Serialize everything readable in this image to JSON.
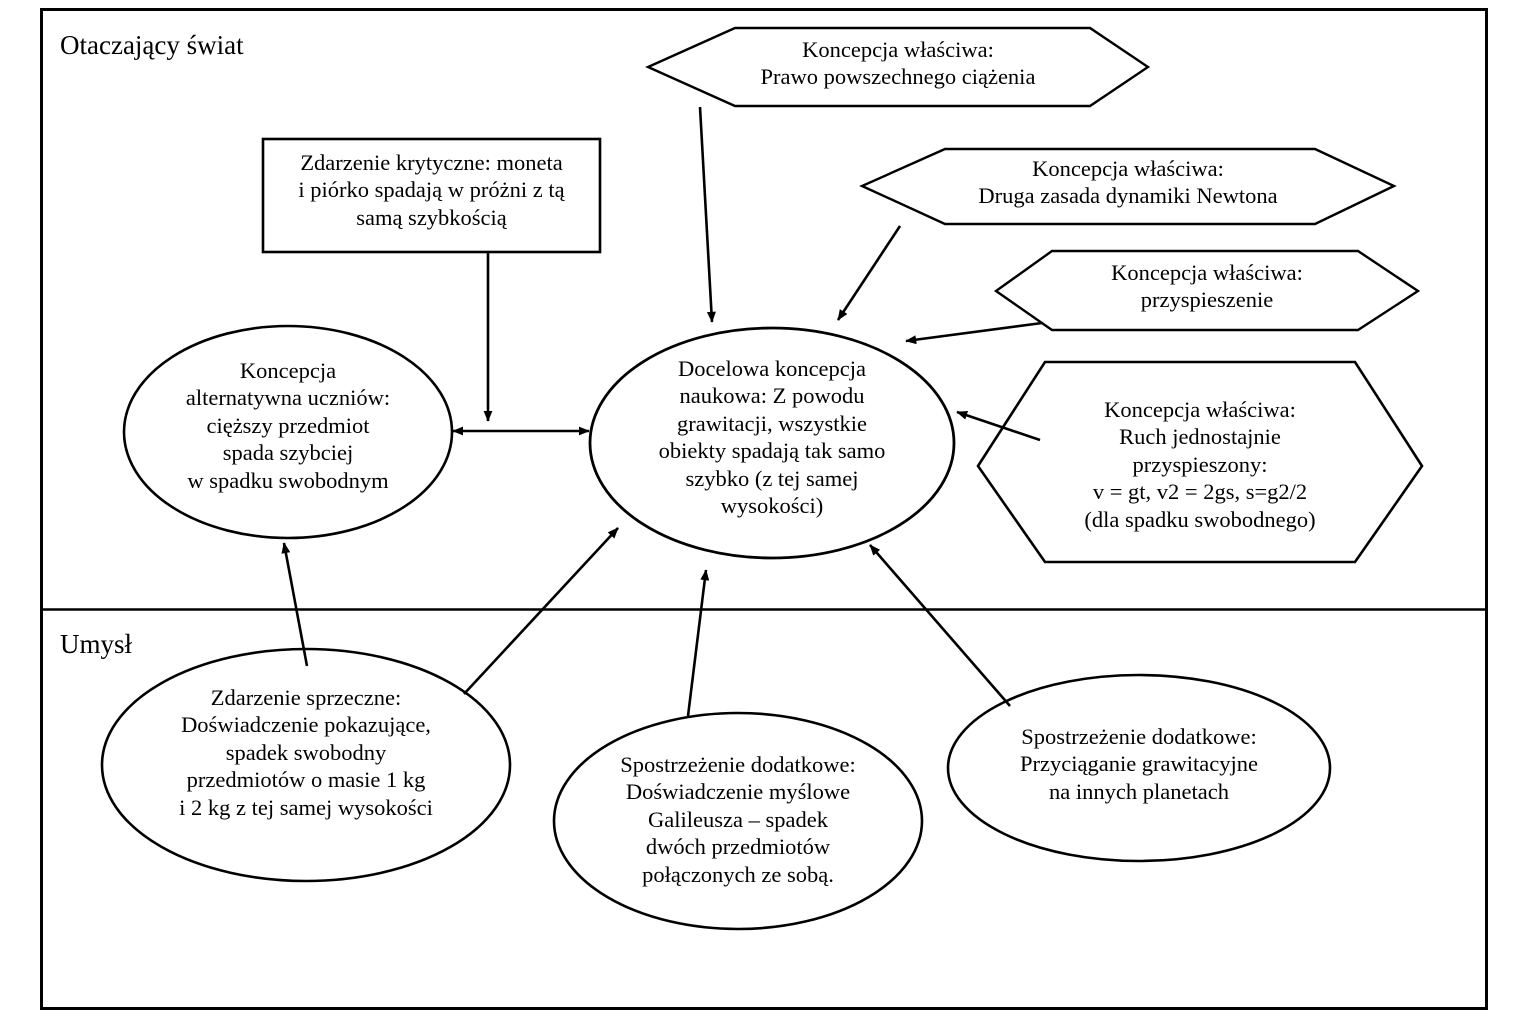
{
  "diagram": {
    "title_regions": [
      {
        "id": "outer-world",
        "label": "Otaczający świat"
      },
      {
        "id": "mind",
        "label": "Umysł"
      }
    ],
    "frame": {
      "stroke_color": "#000000",
      "fill_color": "#ffffff"
    },
    "nodes": [
      {
        "id": "critical-event",
        "shape": "rectangle",
        "label": "Zdarzenie krytyczne: moneta\ni piórko spadają w próżni z tą\nsamą szybkością"
      },
      {
        "id": "correct-concept-gravitation-law",
        "shape": "hexagon",
        "label": "Koncepcja właściwa:\nPrawo powszechnego ciążenia"
      },
      {
        "id": "correct-concept-newton-second-law",
        "shape": "hexagon",
        "label": "Koncepcja właściwa:\nDruga zasada dynamiki Newtona"
      },
      {
        "id": "correct-concept-acceleration",
        "shape": "hexagon",
        "label": "Koncepcja właściwa:\nprzyspieszenie"
      },
      {
        "id": "correct-concept-uniform-acceleration",
        "shape": "hexagon",
        "label": "Koncepcja właściwa:\nRuch jednostajnie\nprzyspieszony:\nv = gt, v2 = 2gs, s=g2/2\n(dla spadku swobodnego)"
      },
      {
        "id": "alternative-concept",
        "shape": "ellipse",
        "label": "Koncepcja\nalternatywna uczniów:\ncięższy przedmiot\nspada szybciej\nw spadku swobodnym"
      },
      {
        "id": "target-scientific-concept",
        "shape": "ellipse",
        "label": "Docelowa koncepcja\nnaukowa:  Z powodu\ngrawitacji, wszystkie\nobiekty spadają tak samo\nszybko (z tej samej\nwysokości)"
      },
      {
        "id": "contradictory-event",
        "shape": "ellipse",
        "label": "Zdarzenie sprzeczne:\nDoświadczenie pokazujące,\nspadek swobodny\nprzedmiotów o masie 1 kg\ni 2 kg z tej samej wysokości"
      },
      {
        "id": "extra-observation-galileo",
        "shape": "ellipse",
        "label": "Spostrzeżenie dodatkowe:\nDoświadczenie myślowe\nGalileusza – spadek\ndwóch przedmiotów\npołączonych ze sobą."
      },
      {
        "id": "extra-observation-planets",
        "shape": "ellipse",
        "label": "Spostrzeżenie dodatkowe:\nPrzyciąganie grawitacyjne\nna innych planetach"
      }
    ],
    "edges": [
      {
        "id": "edge-critical-event-to-target",
        "from": "critical-event",
        "to": "target-scientific-concept",
        "arrow": "single"
      },
      {
        "id": "edge-gravitation-law-to-target",
        "from": "correct-concept-gravitation-law",
        "to": "target-scientific-concept",
        "arrow": "single"
      },
      {
        "id": "edge-newton-to-target",
        "from": "correct-concept-newton-second-law",
        "to": "target-scientific-concept",
        "arrow": "single"
      },
      {
        "id": "edge-acceleration-to-target",
        "from": "correct-concept-acceleration",
        "to": "target-scientific-concept",
        "arrow": "single"
      },
      {
        "id": "edge-uniform-acceleration-to-target",
        "from": "correct-concept-uniform-acceleration",
        "to": "target-scientific-concept",
        "arrow": "single"
      },
      {
        "id": "edge-alternative-target-bidirectional",
        "from": "alternative-concept",
        "to": "target-scientific-concept",
        "arrow": "double"
      },
      {
        "id": "edge-contradictory-to-alternative",
        "from": "contradictory-event",
        "to": "alternative-concept",
        "arrow": "single"
      },
      {
        "id": "edge-contradictory-to-target",
        "from": "contradictory-event",
        "to": "target-scientific-concept",
        "arrow": "single"
      },
      {
        "id": "edge-galileo-to-target",
        "from": "extra-observation-galileo",
        "to": "target-scientific-concept",
        "arrow": "single"
      },
      {
        "id": "edge-planets-to-target",
        "from": "extra-observation-planets",
        "to": "target-scientific-concept",
        "arrow": "single"
      }
    ]
  }
}
